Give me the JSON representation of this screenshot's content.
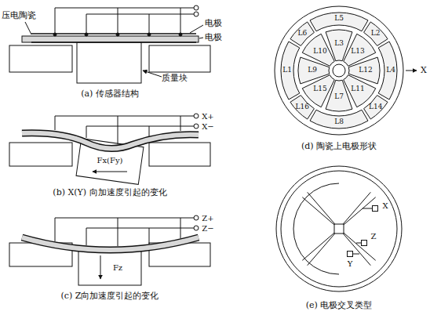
{
  "diagram": {
    "labels": [
      "压电陶瓷",
      "电极",
      "电极",
      "质量块",
      "(a) 传感器结构",
      "X+",
      "X−",
      "Fx(Fy)",
      "(b) X(Y) 向加速度引起的变化",
      "Z+",
      "Z−",
      "Fz",
      "(c) Z向加速度引起的变化",
      "L1",
      "L2",
      "L3",
      "L4",
      "L5",
      "L6",
      "L7",
      "L8",
      "L9",
      "L10",
      "L11",
      "L12",
      "L13",
      "L14",
      "L15",
      "L16",
      "X",
      "(d) 陶瓷上电极形状",
      "X",
      "Z",
      "Y",
      "(e) 电极交叉类型"
    ]
  }
}
